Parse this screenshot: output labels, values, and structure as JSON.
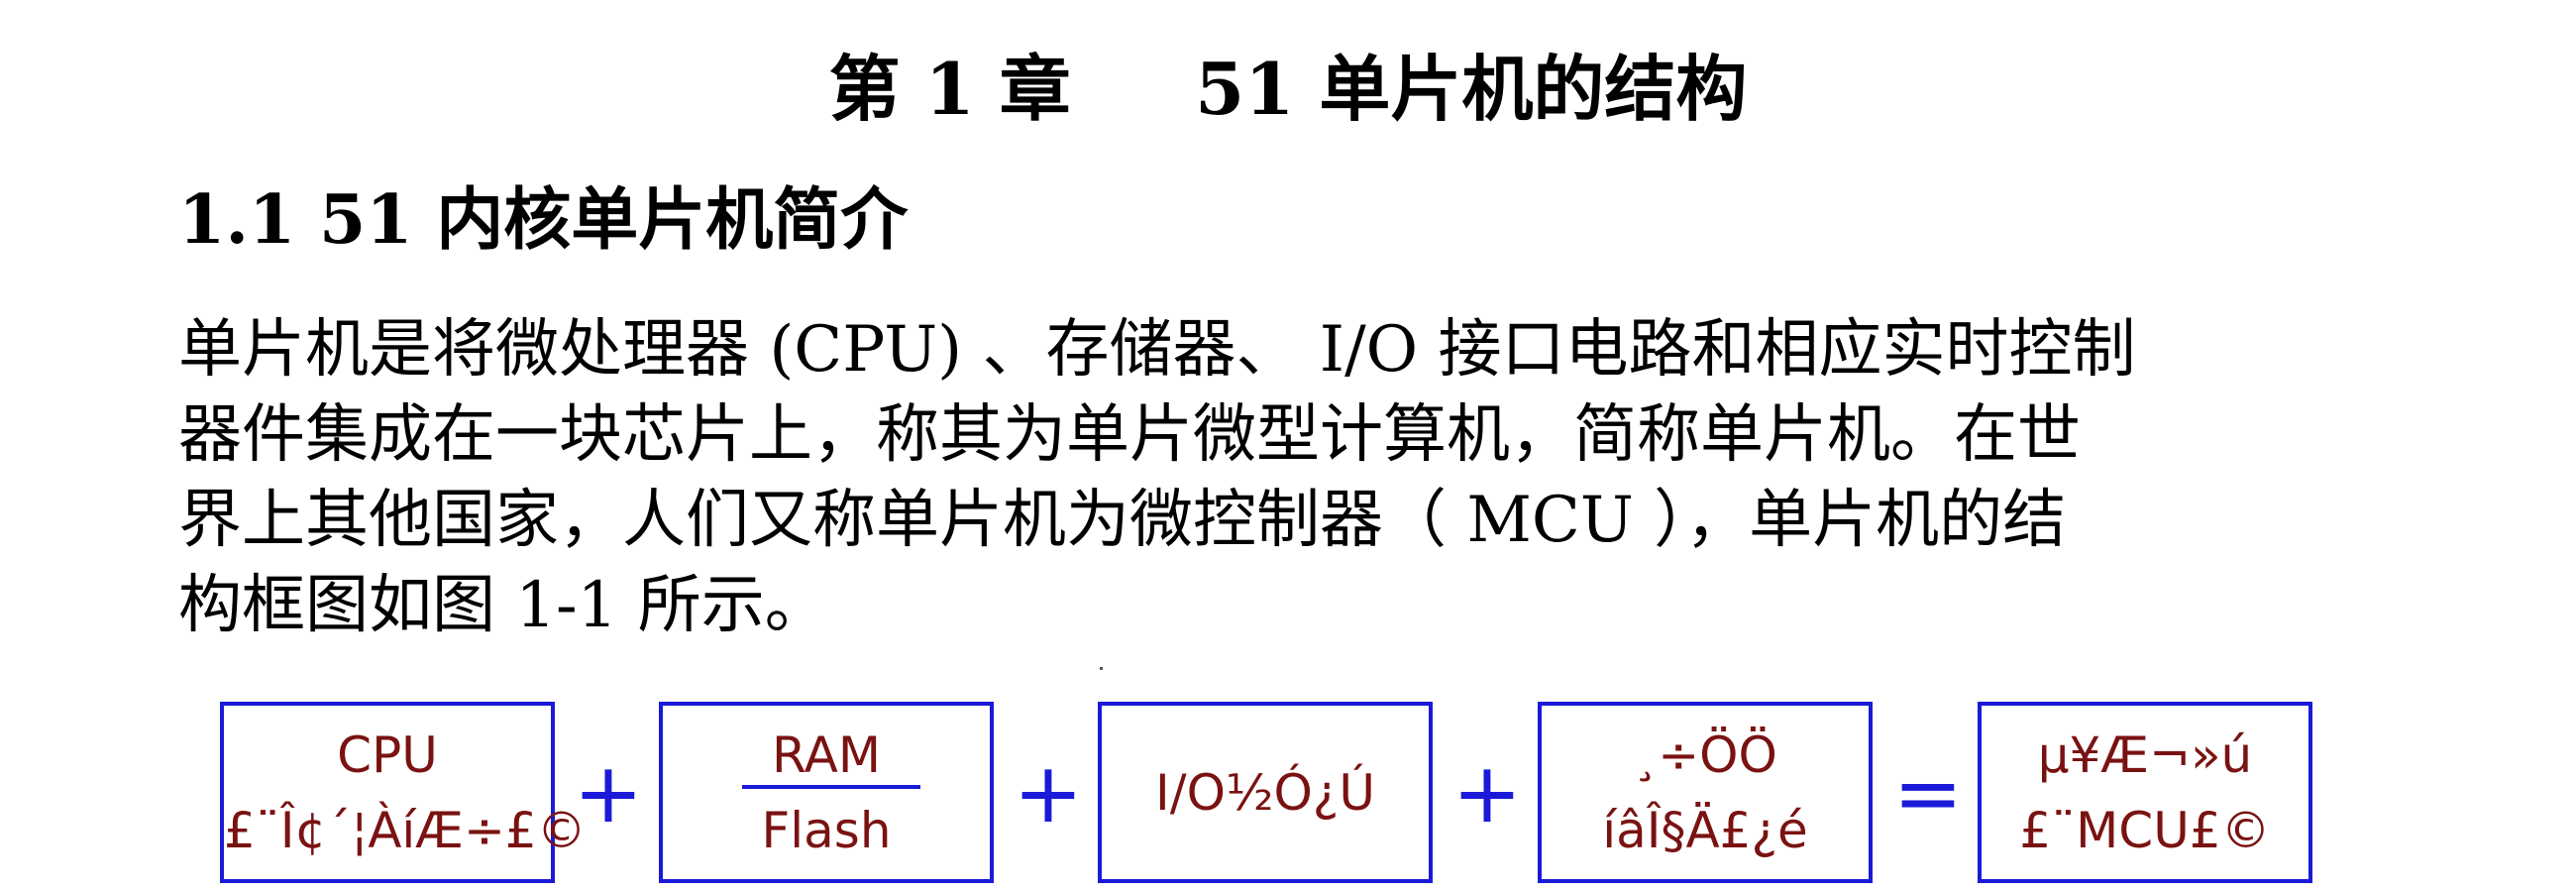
{
  "chapter": {
    "title": "第 1 章     51 单片机的结构"
  },
  "section": {
    "title": "1.1 51 内核单片机简介"
  },
  "paragraph": {
    "lines": [
      "单片机是将微处理器 (CPU) 、存储器、 I/O 接口电路和相应实时控制",
      "器件集成在一块芯片上，称其为单片微型计算机，简称单片机。在世",
      "界上其他国家，人们又称单片机为微控制器（ MCU ），单片机的结",
      "构框图如图 1-1 所示。"
    ]
  },
  "diagram": {
    "colors": {
      "border": "#1a1ad8",
      "text": "#7a1212",
      "operator": "#1a1ad8"
    },
    "boxes": [
      {
        "top": "CPU",
        "bottom": "£¨Î¢´¦ÀíÆ÷£©"
      },
      {
        "top": "RAM",
        "bottom": "Flash"
      },
      {
        "top": "I/O½Ó¿Ú",
        "bottom": ""
      },
      {
        "top": "¸÷ÖÖ",
        "bottom": "íâÎ§Ä£¿é"
      },
      {
        "top": "µ¥Æ¬»ú",
        "bottom": "£¨MCU£©"
      }
    ],
    "operators": [
      "+",
      "+",
      "+",
      "="
    ]
  }
}
